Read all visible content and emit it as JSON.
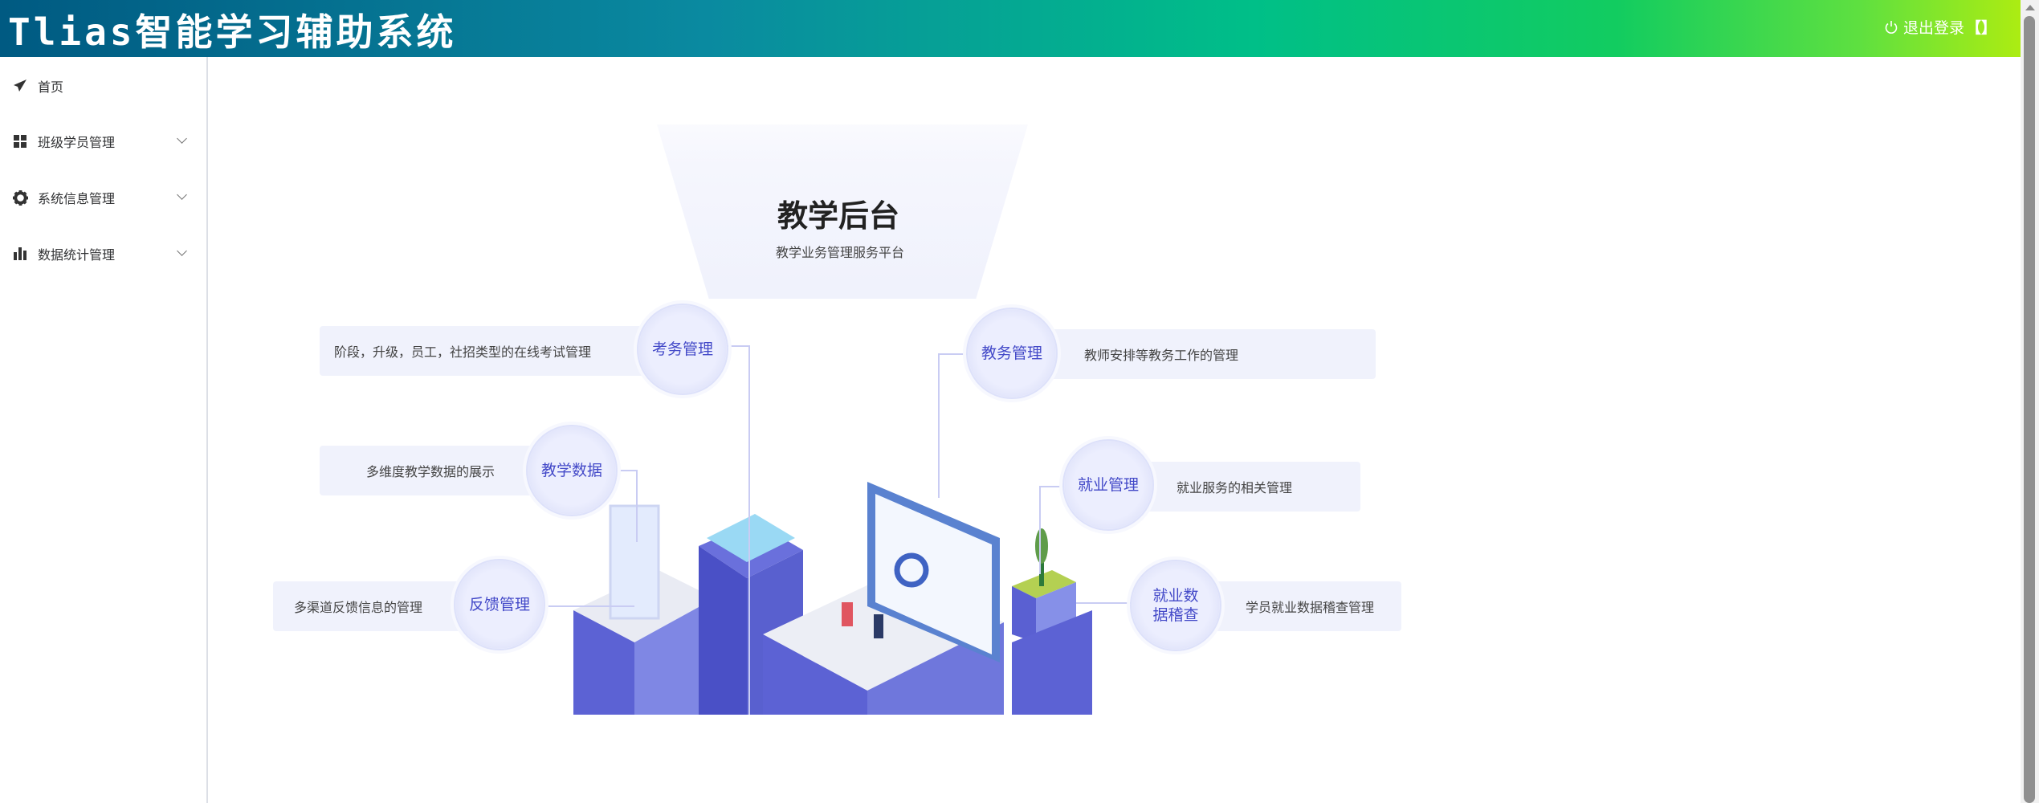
{
  "header": {
    "title": "Tlias智能学习辅助系统",
    "logout_label": "退出登录",
    "bracket_label": "【】"
  },
  "sidebar": {
    "items": [
      {
        "label": "首页",
        "icon": "paper-plane-icon"
      },
      {
        "label": "班级学员管理",
        "icon": "grid-icon"
      },
      {
        "label": "系统信息管理",
        "icon": "gear-icon"
      },
      {
        "label": "数据统计管理",
        "icon": "bar-chart-icon"
      }
    ]
  },
  "main": {
    "title": "教学后台",
    "subtitle": "教学业务管理服务平台",
    "modules": [
      {
        "name": "考务管理",
        "desc": "阶段，升级，员工，社招类型的在线考试管理"
      },
      {
        "name": "教学数据",
        "desc": "多维度教学数据的展示"
      },
      {
        "name": "反馈管理",
        "desc": "多渠道反馈信息的管理"
      },
      {
        "name": "教务管理",
        "desc": "教师安排等教务工作的管理"
      },
      {
        "name": "就业管理",
        "desc": "就业服务的相关管理"
      },
      {
        "name": "就业数据稽查",
        "desc": "学员就业数据稽查管理"
      }
    ]
  },
  "colors": {
    "accent": "#4349c8",
    "card": "#f0f2fc"
  }
}
